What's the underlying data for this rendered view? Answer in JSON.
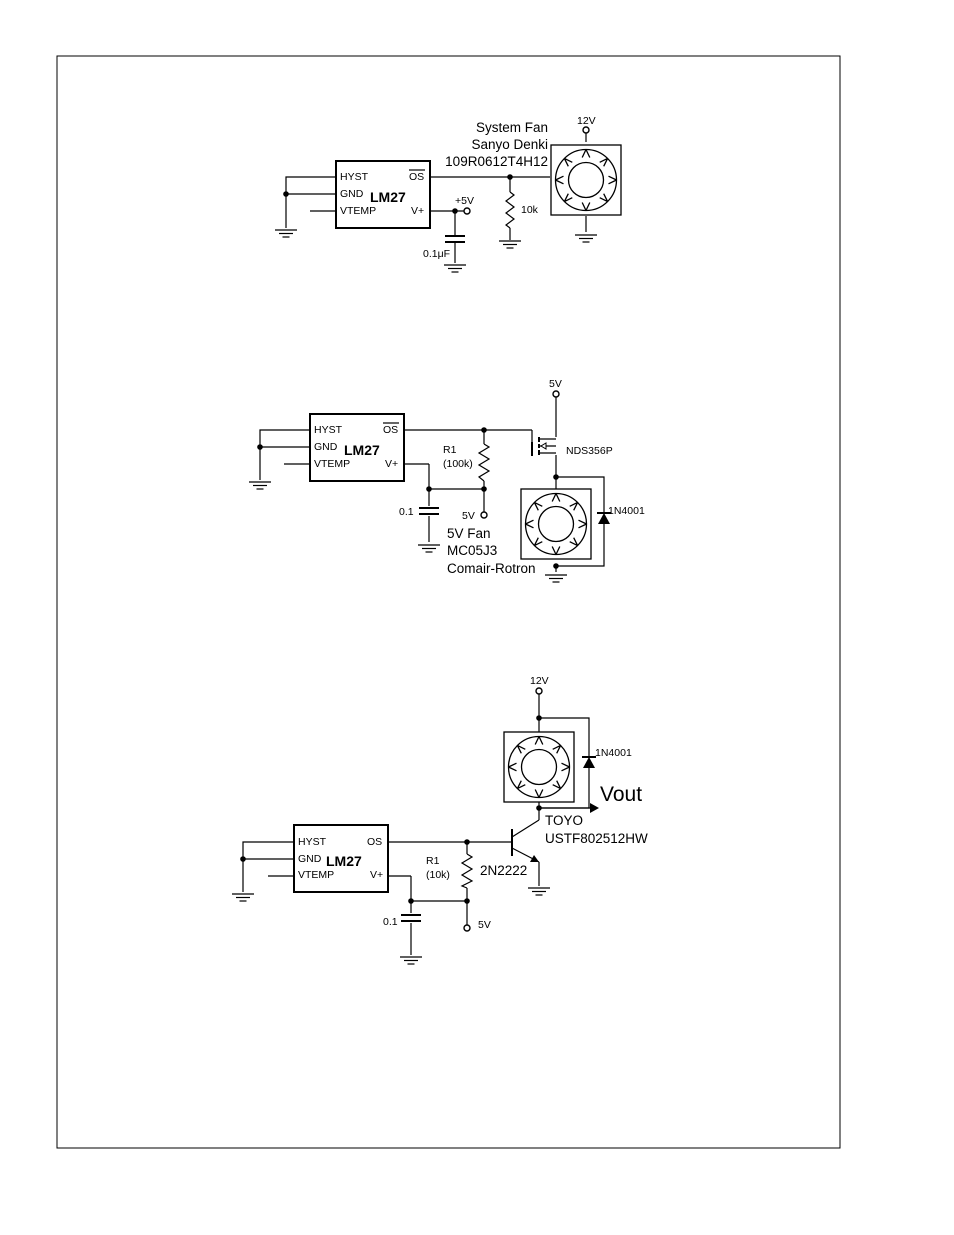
{
  "circuit1": {
    "chip": {
      "name": "LM27",
      "pin_hyst": "HYST",
      "pin_gnd": "GND",
      "pin_vtemp": "VTEMP",
      "pin_os": "OS",
      "pin_vplus": "V+"
    },
    "supply_5v": "+5V",
    "capacitor": "0.1μF",
    "resistor": "10k",
    "fan_supply": "12V",
    "fan_label": [
      "System Fan",
      "Sanyo Denki",
      "109R0612T4H12"
    ]
  },
  "circuit2": {
    "chip": {
      "name": "LM27",
      "pin_hyst": "HYST",
      "pin_gnd": "GND",
      "pin_vtemp": "VTEMP",
      "pin_os": "OS",
      "pin_vplus": "V+"
    },
    "mosfet_supply": "5V",
    "mosfet": "NDS356P",
    "resistor_name": "R1",
    "resistor_value": "(100k)",
    "capacitor": "0.1",
    "supply_5v": "5V",
    "diode": "1N4001",
    "fan_label": [
      "5V Fan",
      "MC05J3",
      "Comair-Rotron"
    ]
  },
  "circuit3": {
    "chip": {
      "name": "LM27",
      "pin_hyst": "HYST",
      "pin_gnd": "GND",
      "pin_vtemp": "VTEMP",
      "pin_os": "OS",
      "pin_vplus": "V+"
    },
    "fan_supply": "12V",
    "diode": "1N4001",
    "vout": "Vout",
    "fan_label": [
      "TOYO",
      "USTF802512HW"
    ],
    "resistor_name": "R1",
    "resistor_value": "(10k)",
    "transistor": "2N2222",
    "capacitor": "0.1",
    "supply_5v": "5V"
  }
}
